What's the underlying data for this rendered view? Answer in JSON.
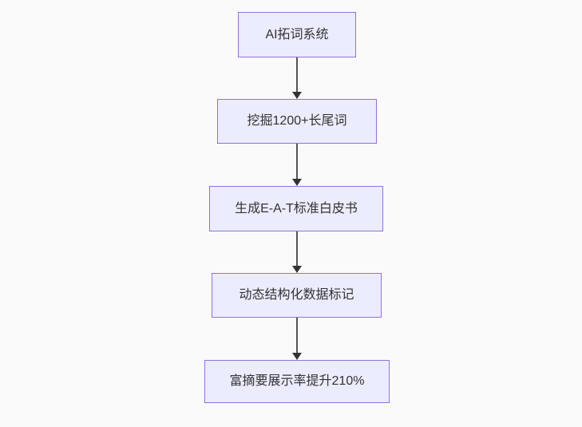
{
  "flowchart": {
    "type": "vertical-flowchart",
    "direction": "top-down",
    "nodes": [
      {
        "id": "node-1",
        "label": "AI拓词系统"
      },
      {
        "id": "node-2",
        "label": "挖掘1200+长尾词"
      },
      {
        "id": "node-3",
        "label": "生成E-A-T标准白皮书"
      },
      {
        "id": "node-4",
        "label": "动态结构化数据标记"
      },
      {
        "id": "node-5",
        "label": "富摘要展示率提升210%"
      }
    ],
    "edges": [
      {
        "from": "node-1",
        "to": "node-2",
        "arrow": "down"
      },
      {
        "from": "node-2",
        "to": "node-3",
        "arrow": "down"
      },
      {
        "from": "node-3",
        "to": "node-4",
        "arrow": "down"
      },
      {
        "from": "node-4",
        "to": "node-5",
        "arrow": "down"
      }
    ],
    "colors": {
      "node_fill": "#ECECFF",
      "node_border": "#9370DB",
      "node_text": "#333333",
      "edge_line": "#555555",
      "edge_arrowhead": "#333333",
      "background": "#fafafa"
    }
  }
}
